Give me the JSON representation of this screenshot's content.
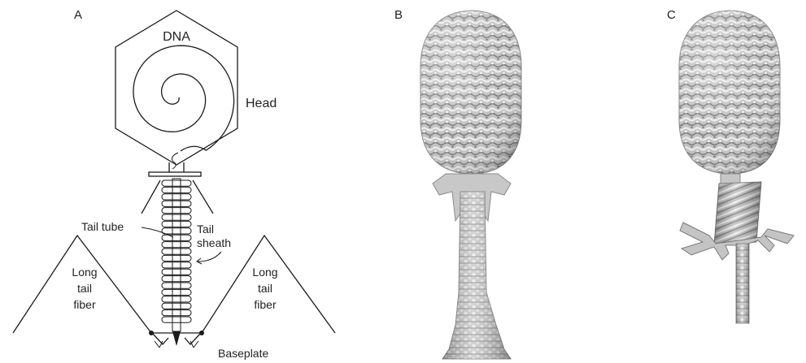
{
  "panels": {
    "a": {
      "letter": "A",
      "labels": {
        "dna": "DNA",
        "head": "Head",
        "tail_tube": "Tail tube",
        "tail_sheath_line1": "Tail",
        "tail_sheath_line2": "sheath",
        "left_fiber_line1": "Long",
        "left_fiber_line2": "tail",
        "left_fiber_line3": "fiber",
        "right_fiber_line1": "Long",
        "right_fiber_line2": "tail",
        "right_fiber_line3": "fiber",
        "baseplate": "Baseplate"
      }
    },
    "b": {
      "letter": "B"
    },
    "c": {
      "letter": "C"
    }
  },
  "colors": {
    "line": "#1a1a1a",
    "capsid_base": "#b9b9b9",
    "capsid_light": "#ededed",
    "capsid_dark": "#6e6e6e"
  }
}
